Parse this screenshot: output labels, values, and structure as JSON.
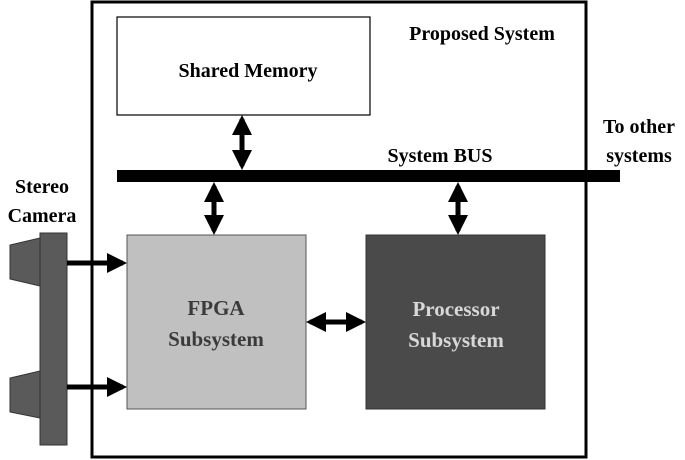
{
  "title": "Proposed System",
  "shared_memory": {
    "label": "Shared Memory",
    "fill": "#ffffff"
  },
  "system_bus": {
    "label": "System BUS"
  },
  "external": {
    "line1": "To other",
    "line2": "systems"
  },
  "camera": {
    "line1": "Stereo",
    "line2": "Camera",
    "fill": "#5a5a5a"
  },
  "fpga": {
    "line1": "FPGA",
    "line2": "Subsystem",
    "fill": "#c0c0c0",
    "text_color": "#3a3a3a"
  },
  "processor": {
    "line1": "Processor",
    "line2": "Subsystem",
    "fill": "#4a4a4a",
    "text_color": "#d8d8d8"
  }
}
